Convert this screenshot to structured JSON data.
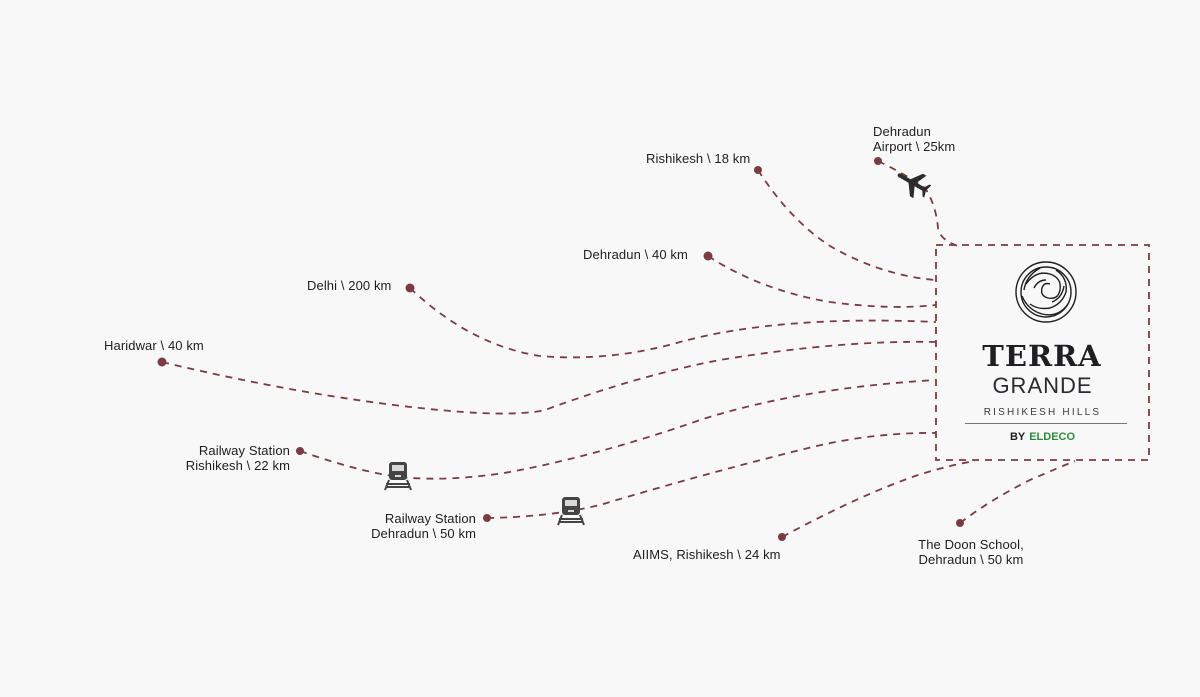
{
  "destinations": [
    {
      "id": "doon-airport",
      "label": "Dehradun\nAirport \\ 25km"
    },
    {
      "id": "rishikesh",
      "label": "Rishikesh \\ 18 km"
    },
    {
      "id": "dehradun",
      "label": "Dehradun \\ 40 km"
    },
    {
      "id": "delhi",
      "label": "Delhi \\ 200 km"
    },
    {
      "id": "haridwar",
      "label": "Haridwar \\ 40 km"
    },
    {
      "id": "rly-rishikesh",
      "label": "Railway Station\nRishikesh \\ 22 km"
    },
    {
      "id": "rly-dehradun",
      "label": "Railway Station\nDehradun \\ 50 km"
    },
    {
      "id": "aiims",
      "label": "AIIMS, Rishikesh \\ 24 km"
    },
    {
      "id": "doon-school",
      "label": "The Doon School,\nDehradun \\ 50 km"
    }
  ],
  "brand": {
    "line1": "TERRA",
    "line2": "GRANDE",
    "line3": "RISHIKESH HILLS",
    "by": "BY",
    "developer": "ELDECO"
  },
  "icons": [
    "airplane-icon",
    "train-icon",
    "train-icon",
    "emblem-icon"
  ],
  "colors": {
    "route": "#7a3c42",
    "background": "#f8f8f8",
    "developer": "#2e8b3e"
  }
}
